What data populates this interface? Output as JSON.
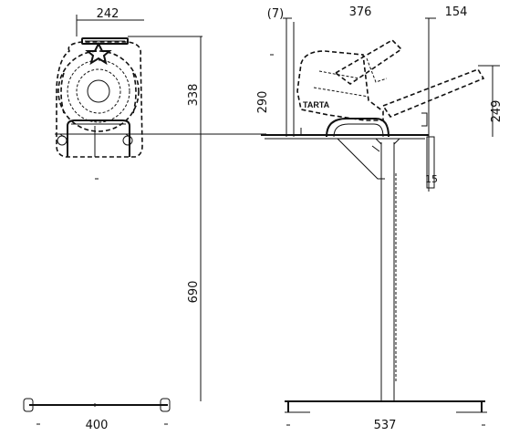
{
  "dimensions": {
    "front_width": "242",
    "front_height": "338",
    "stand_height": "690",
    "base_width_front": "400",
    "offset": "(7)",
    "side_depth": "376",
    "tray_depth": "154",
    "side_height": "290",
    "tray_height": "249",
    "base_width_side": "537",
    "leg_offset": "15"
  },
  "brand_label": "TARTA"
}
